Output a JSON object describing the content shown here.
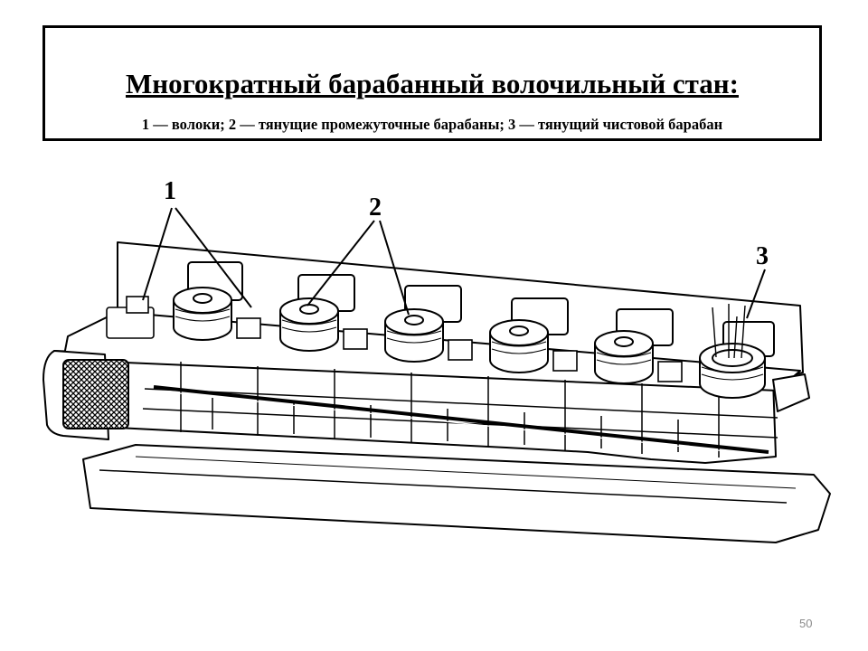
{
  "slide": {
    "title": "Многократный барабанный волочильный стан:",
    "subtitle": "1 — волоки; 2 — тянущие промежуточные барабаны; 3 — тянущий чистовой барабан",
    "page_number": "50"
  },
  "callouts": [
    "1",
    "2",
    "3"
  ],
  "figure_icon": "drawing-machine-illustration"
}
